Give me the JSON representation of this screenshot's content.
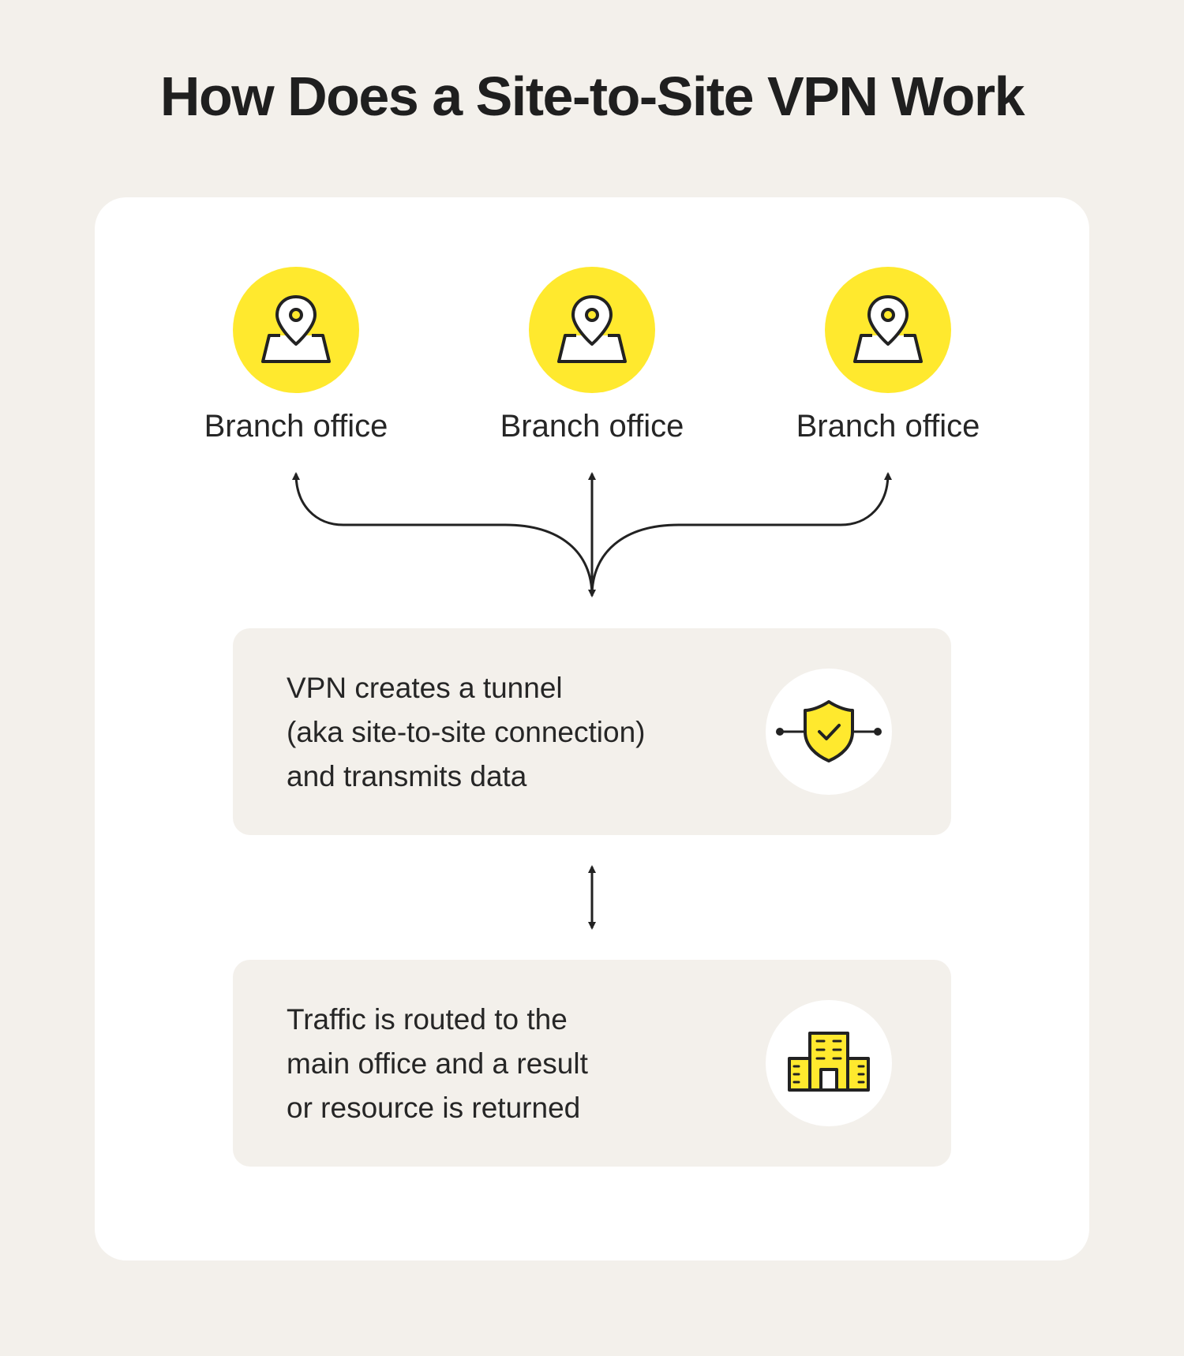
{
  "title": "How Does a Site-to-Site VPN Work",
  "colors": {
    "background": "#f3f0eb",
    "card": "#ffffff",
    "accent_yellow": "#ffe92e",
    "box": "#f3f0eb",
    "ink": "#222222"
  },
  "offices": [
    {
      "label": "Branch office",
      "icon": "map-pin-icon"
    },
    {
      "label": "Branch office",
      "icon": "map-pin-icon"
    },
    {
      "label": "Branch office",
      "icon": "map-pin-icon"
    }
  ],
  "steps": [
    {
      "lines": [
        "VPN creates a tunnel",
        "(aka site-to-site connection)",
        "and transmits data"
      ],
      "icon": "shield-check-icon"
    },
    {
      "lines": [
        "Traffic is routed to the",
        "main office and a result",
        "or resource is returned"
      ],
      "icon": "office-building-icon"
    }
  ]
}
